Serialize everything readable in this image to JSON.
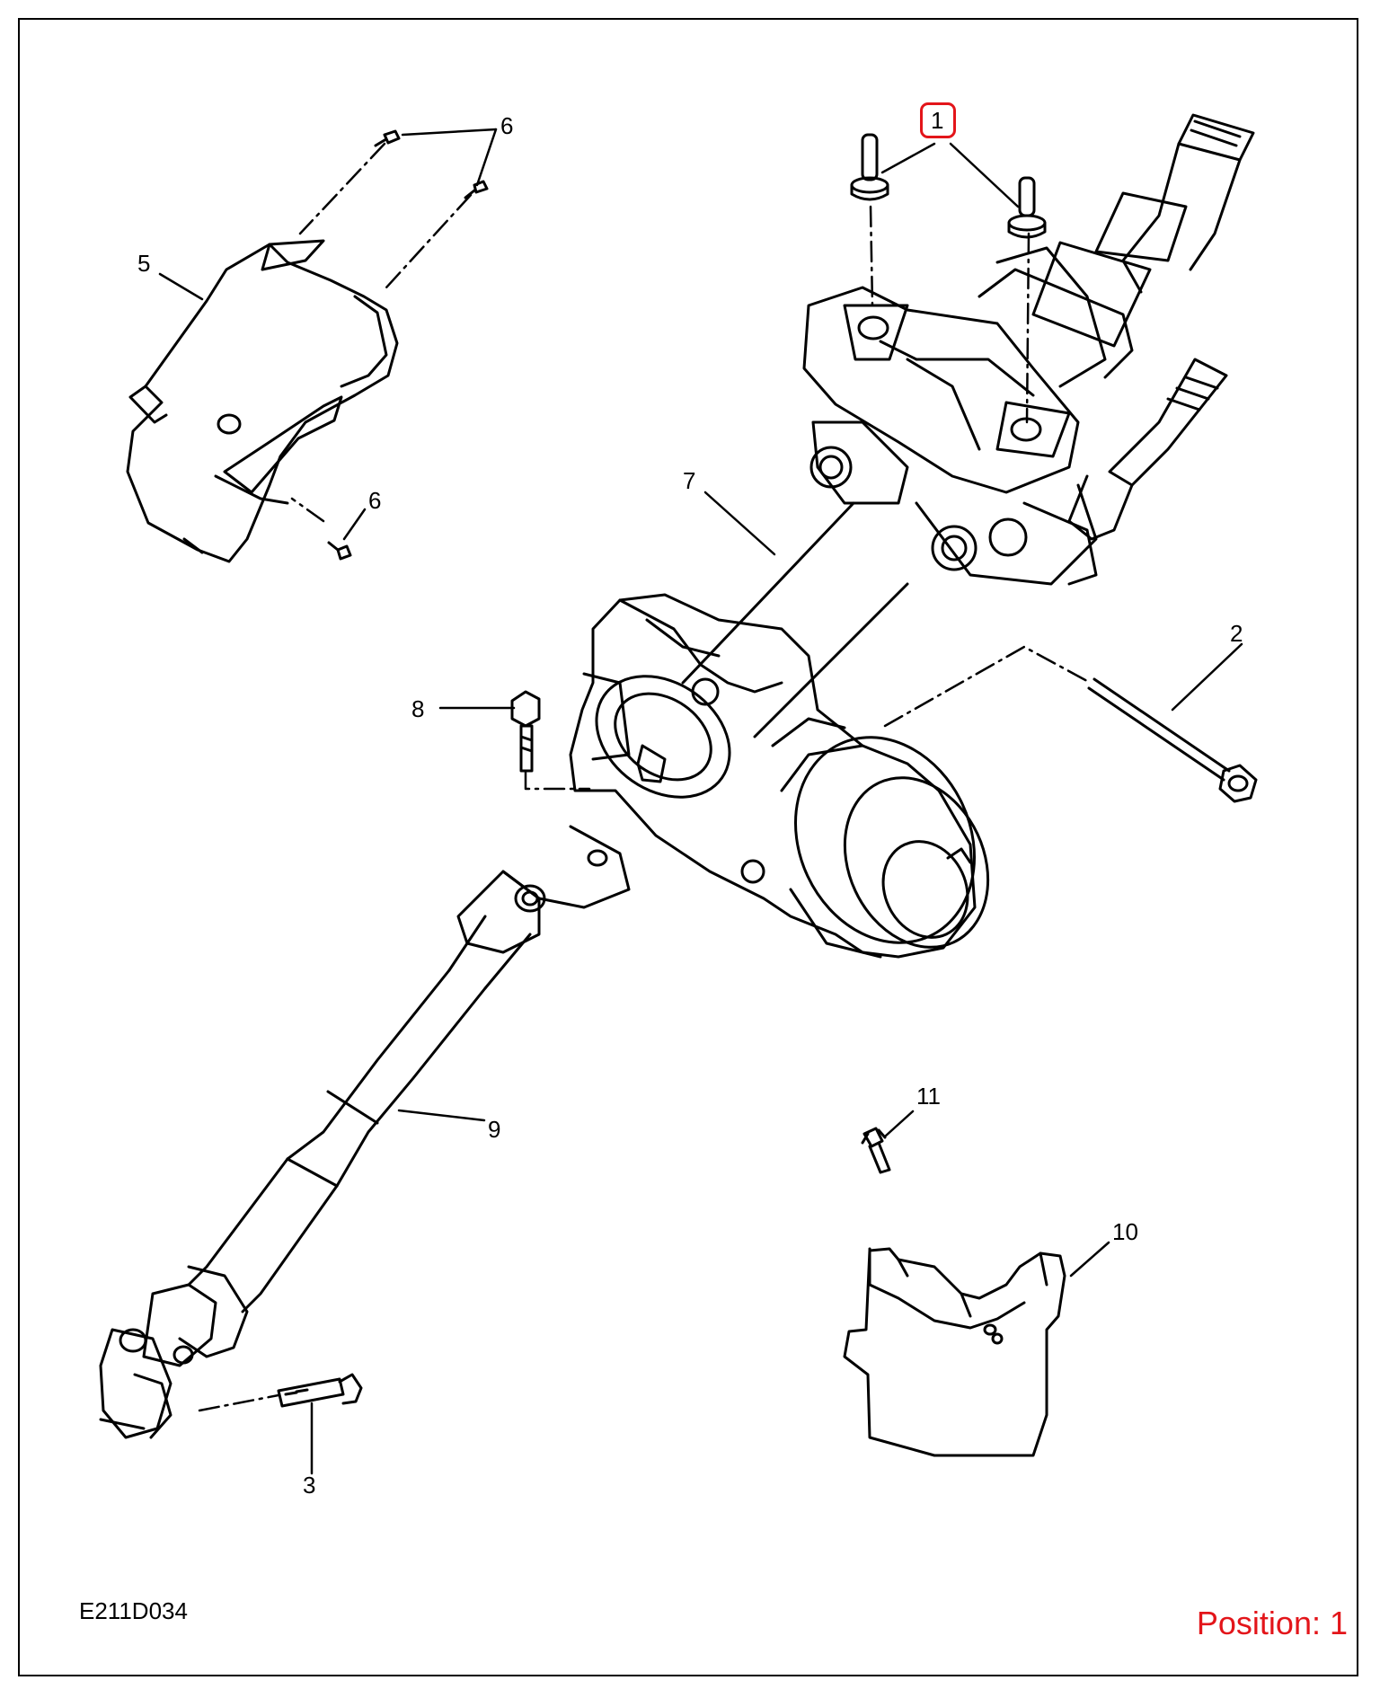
{
  "diagram_code": "E211D034",
  "position_label": "Position: 1",
  "callouts": [
    "1",
    "2",
    "3",
    "5",
    "6",
    "6",
    "7",
    "8",
    "9",
    "10",
    "11"
  ],
  "selected_callout": "1",
  "colors": {
    "line": "#000000",
    "highlight": "#e3151a",
    "background": "#ffffff"
  }
}
